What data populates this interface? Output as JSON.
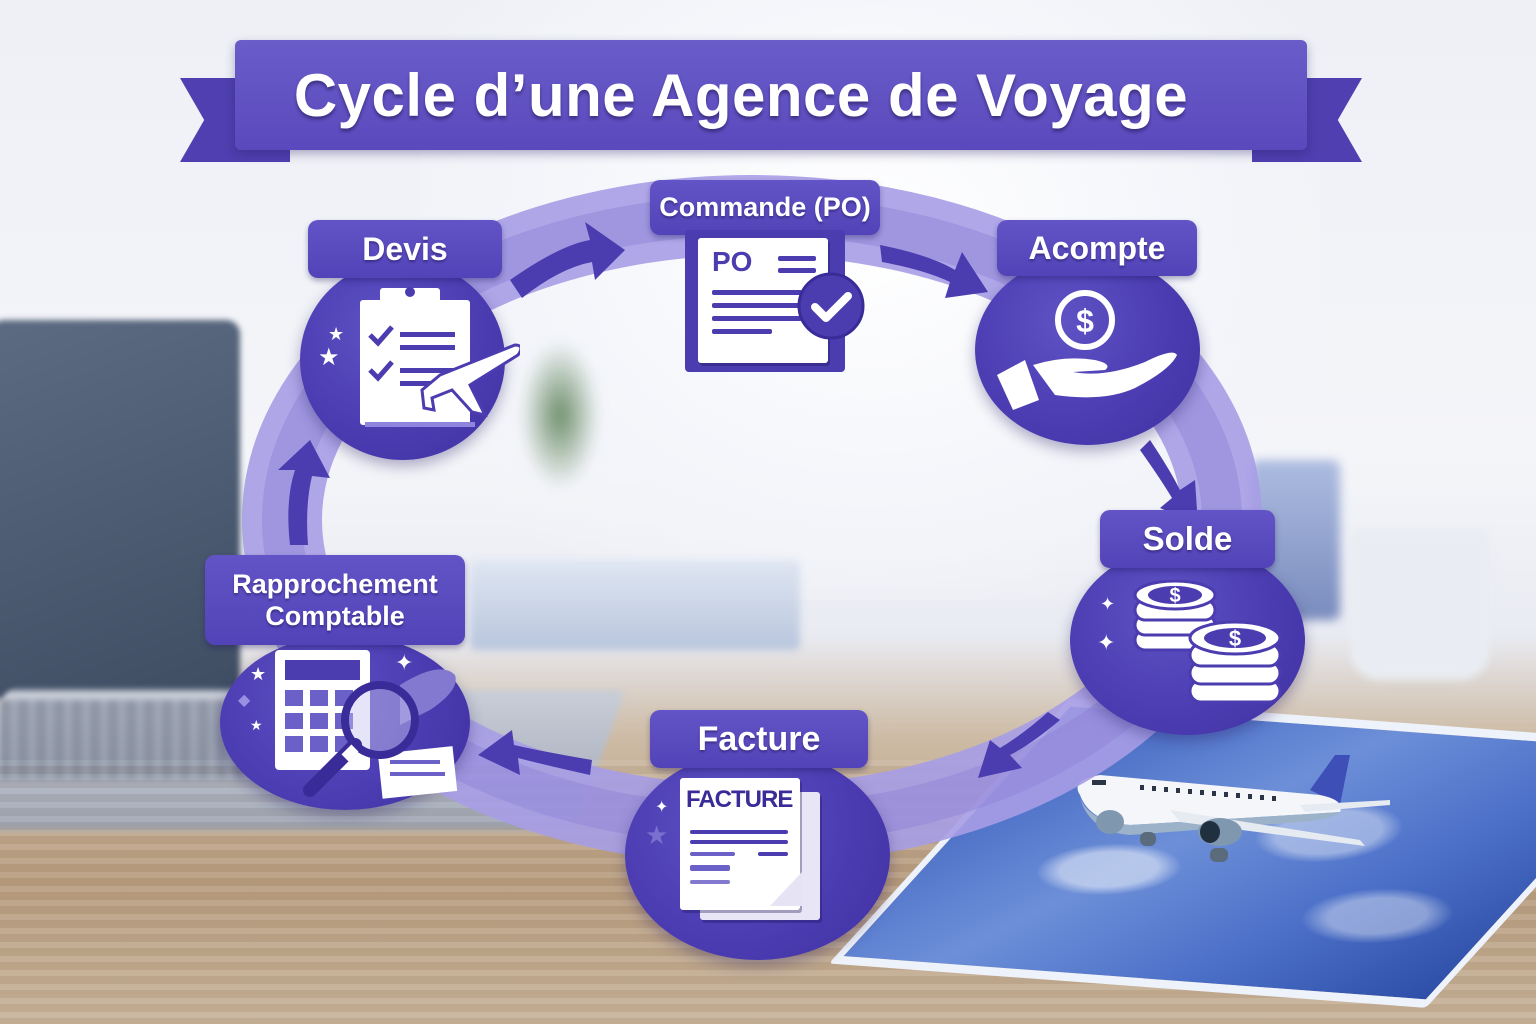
{
  "title": "Cycle d’une Agence de Voyage",
  "colors": {
    "primary": "#5243b8",
    "ring": "#9a8fe0",
    "arrow": "#4b3cb0",
    "label_text": "#ffffff"
  },
  "steps": [
    {
      "id": "devis",
      "label": "Devis",
      "icon": "clipboard-checklist-plane-icon"
    },
    {
      "id": "commande",
      "label": "Commande (PO)",
      "icon": "purchase-order-document-check-icon",
      "doc_text": "PO"
    },
    {
      "id": "acompte",
      "label": "Acompte",
      "icon": "hand-holding-dollar-coin-icon",
      "coin_text": "$"
    },
    {
      "id": "solde",
      "label": "Solde",
      "icon": "coin-stacks-icon",
      "coin_text": "$"
    },
    {
      "id": "facture",
      "label": "Facture",
      "icon": "invoice-document-icon",
      "doc_text": "FACTURE"
    },
    {
      "id": "rapprochement",
      "label_line1": "Rapprochement",
      "label_line2": "Comptable",
      "icon": "calculator-magnifier-icon"
    }
  ],
  "flow": [
    "Devis",
    "Commande (PO)",
    "Acompte",
    "Solde",
    "Facture",
    "Rapprochement Comptable",
    "Devis"
  ]
}
